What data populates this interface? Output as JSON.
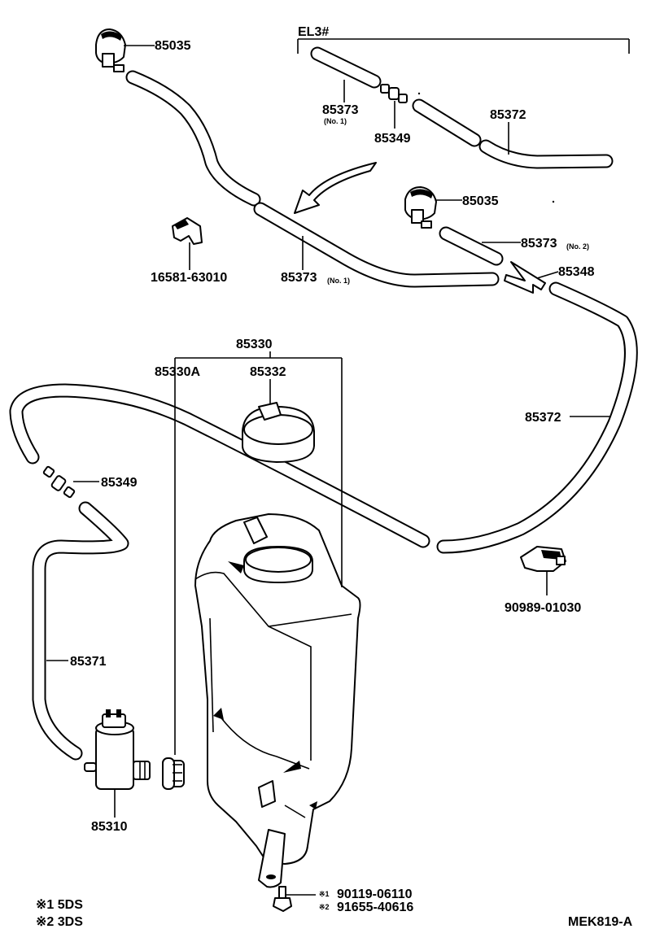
{
  "labels": {
    "nozzle_top": "85035",
    "variant": "EL3#",
    "hose_short": "85373",
    "hose_short_no": "(No. 1)",
    "connector_top": "85349",
    "hose_top_right": "85372",
    "nozzle_right": "85035",
    "hose_no2": "85373",
    "hose_no2_no": "(No. 2)",
    "tee": "85348",
    "clamp_left": "16581-63010",
    "hose_long": "85373",
    "hose_long_no": "(No. 1)",
    "tank_assy": "85330",
    "tank_sub": "85330A",
    "cap": "85332",
    "hose_right_long": "85372",
    "connector_left": "85349",
    "clamp_right": "90989-01030",
    "hose_pump": "85371",
    "pump": "85310",
    "bolt_1": "90119-06110",
    "bolt_2": "91655-40616",
    "bolt_mark_1": "※1",
    "bolt_mark_2": "※2",
    "legend_1": "※1 5DS",
    "legend_2": "※2 3DS",
    "code": "MEK819-A"
  }
}
